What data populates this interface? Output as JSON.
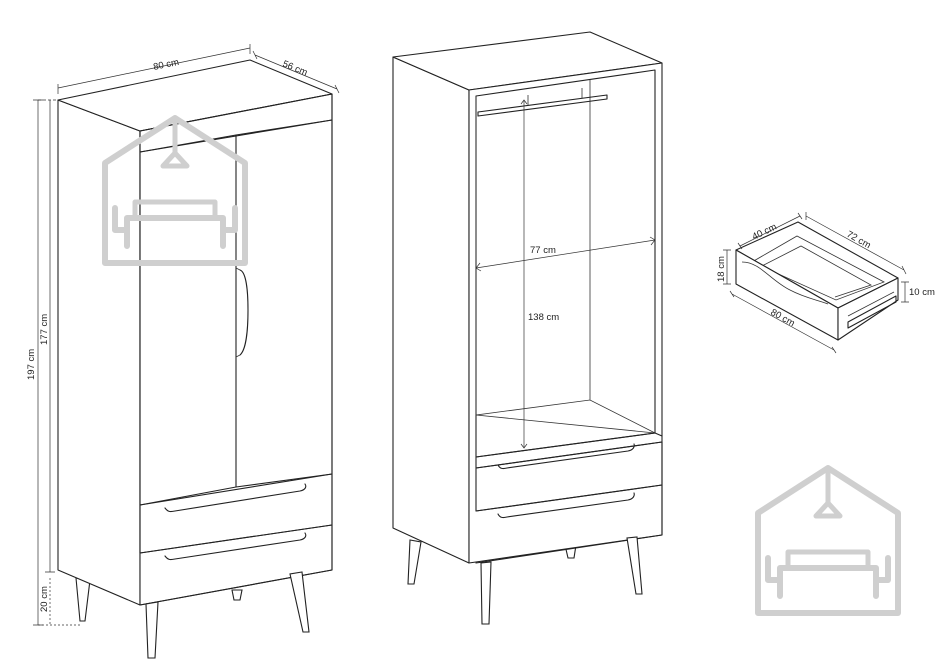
{
  "dimensions": {
    "wardrobe_width": "80 cm",
    "wardrobe_depth": "56 cm",
    "total_height": "197 cm",
    "body_height": "177 cm",
    "leg_height": "20 cm",
    "interior_width": "77 cm",
    "interior_height": "138 cm",
    "drawer_depth": "40 cm",
    "drawer_inner_width": "72 cm",
    "drawer_height": "18 cm",
    "drawer_inner_height": "10 cm",
    "drawer_width": "80 cm"
  },
  "colors": {
    "line": "#222222",
    "watermark": "#cfcfcf"
  },
  "icons": [
    "house-sofa-logo-icon"
  ]
}
